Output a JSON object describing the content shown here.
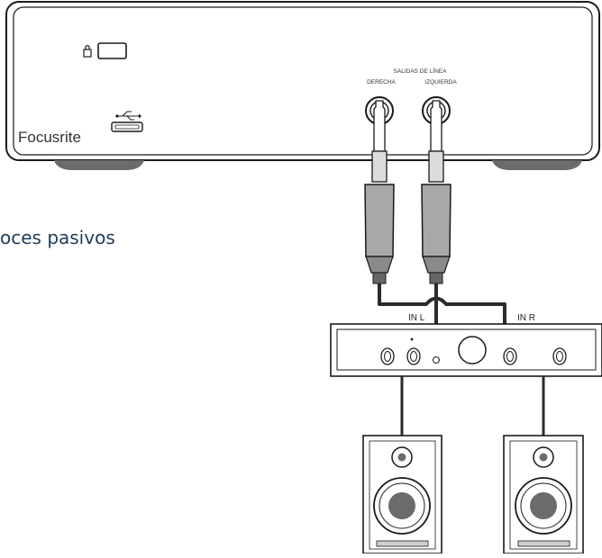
{
  "device": {
    "brand": "Focusrite",
    "outputs_heading": "SALIDAS DE LÍNEA",
    "right_label": "DERECHA",
    "left_label": "IZQUIERDA",
    "lock_icon": "kensington-lock-icon",
    "usb_icon": "usb-icon"
  },
  "amplifier": {
    "input_left_label": "IN L",
    "input_right_label": "IN R"
  },
  "caption": {
    "text": "oces pasivos"
  },
  "colors": {
    "line": "#1a1a1a",
    "cable": "#2b2b2b",
    "jack_body": "#a8a8a8",
    "caption": "#1f3c5a"
  }
}
